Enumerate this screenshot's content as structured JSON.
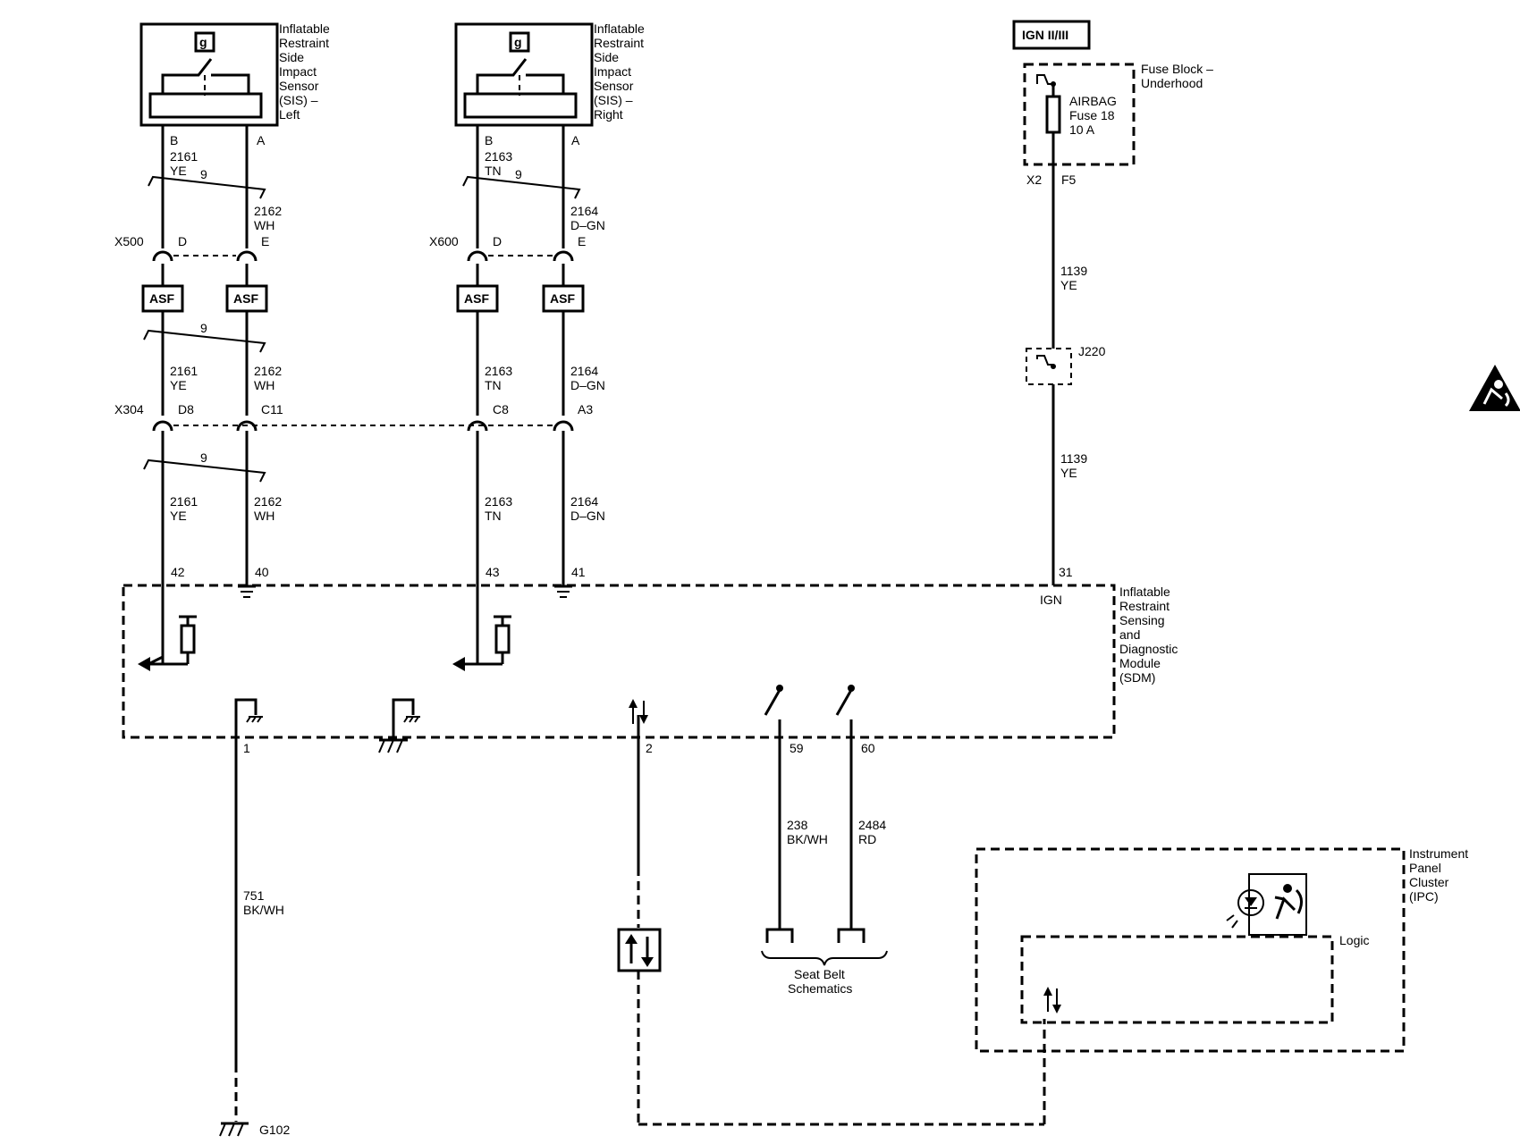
{
  "components": {
    "sis_left": [
      "Inflatable",
      "Restraint",
      "Side",
      "Impact",
      "Sensor",
      "(SIS) –",
      "Left"
    ],
    "sis_right": [
      "Inflatable",
      "Restraint",
      "Side",
      "Impact",
      "Sensor",
      "(SIS) –",
      "Right"
    ],
    "fuse_block": [
      "Fuse Block –",
      "Underhood"
    ],
    "fuse": [
      "AIRBAG",
      "Fuse 18",
      "10 A"
    ],
    "sdm": [
      "Inflatable",
      "Restraint",
      "Sensing",
      "and",
      "Diagnostic",
      "Module",
      "(SDM)"
    ],
    "ipc": [
      "Instrument",
      "Panel",
      "Cluster",
      "(IPC)"
    ],
    "logic": "Logic",
    "seat_belt": [
      "Seat Belt",
      "Schematics"
    ],
    "ign_box": "IGN II/III",
    "asf": "ASF",
    "sensor_icon": "g",
    "ign_pin": "IGN"
  },
  "connectors": {
    "x500": "X500",
    "x600": "X600",
    "x304": "X304",
    "x2": "X2",
    "f5": "F5",
    "j220": "J220",
    "g102": "G102"
  },
  "pins": {
    "left_b": "B",
    "left_a": "A",
    "right_b": "B",
    "right_a": "A",
    "x500_d": "D",
    "x500_e": "E",
    "x600_d": "D",
    "x600_e": "E",
    "x304_d8": "D8",
    "x304_c11": "C11",
    "x304_c8": "C8",
    "x304_a3": "A3",
    "sdm_42": "42",
    "sdm_40": "40",
    "sdm_43": "43",
    "sdm_41": "41",
    "sdm_31": "31",
    "sdm_1": "1",
    "sdm_2": "2",
    "sdm_59": "59",
    "sdm_60": "60"
  },
  "wires": {
    "w2161": [
      "2161",
      "YE"
    ],
    "w2162": [
      "2162",
      "WH"
    ],
    "w2163": [
      "2163",
      "TN"
    ],
    "w2164": [
      "2164",
      "D–GN"
    ],
    "w1139": [
      "1139",
      "YE"
    ],
    "w751": [
      "751",
      "BK/WH"
    ],
    "w238": [
      "238",
      "BK/WH"
    ],
    "w2484": [
      "2484",
      "RD"
    ],
    "twist": "9"
  }
}
